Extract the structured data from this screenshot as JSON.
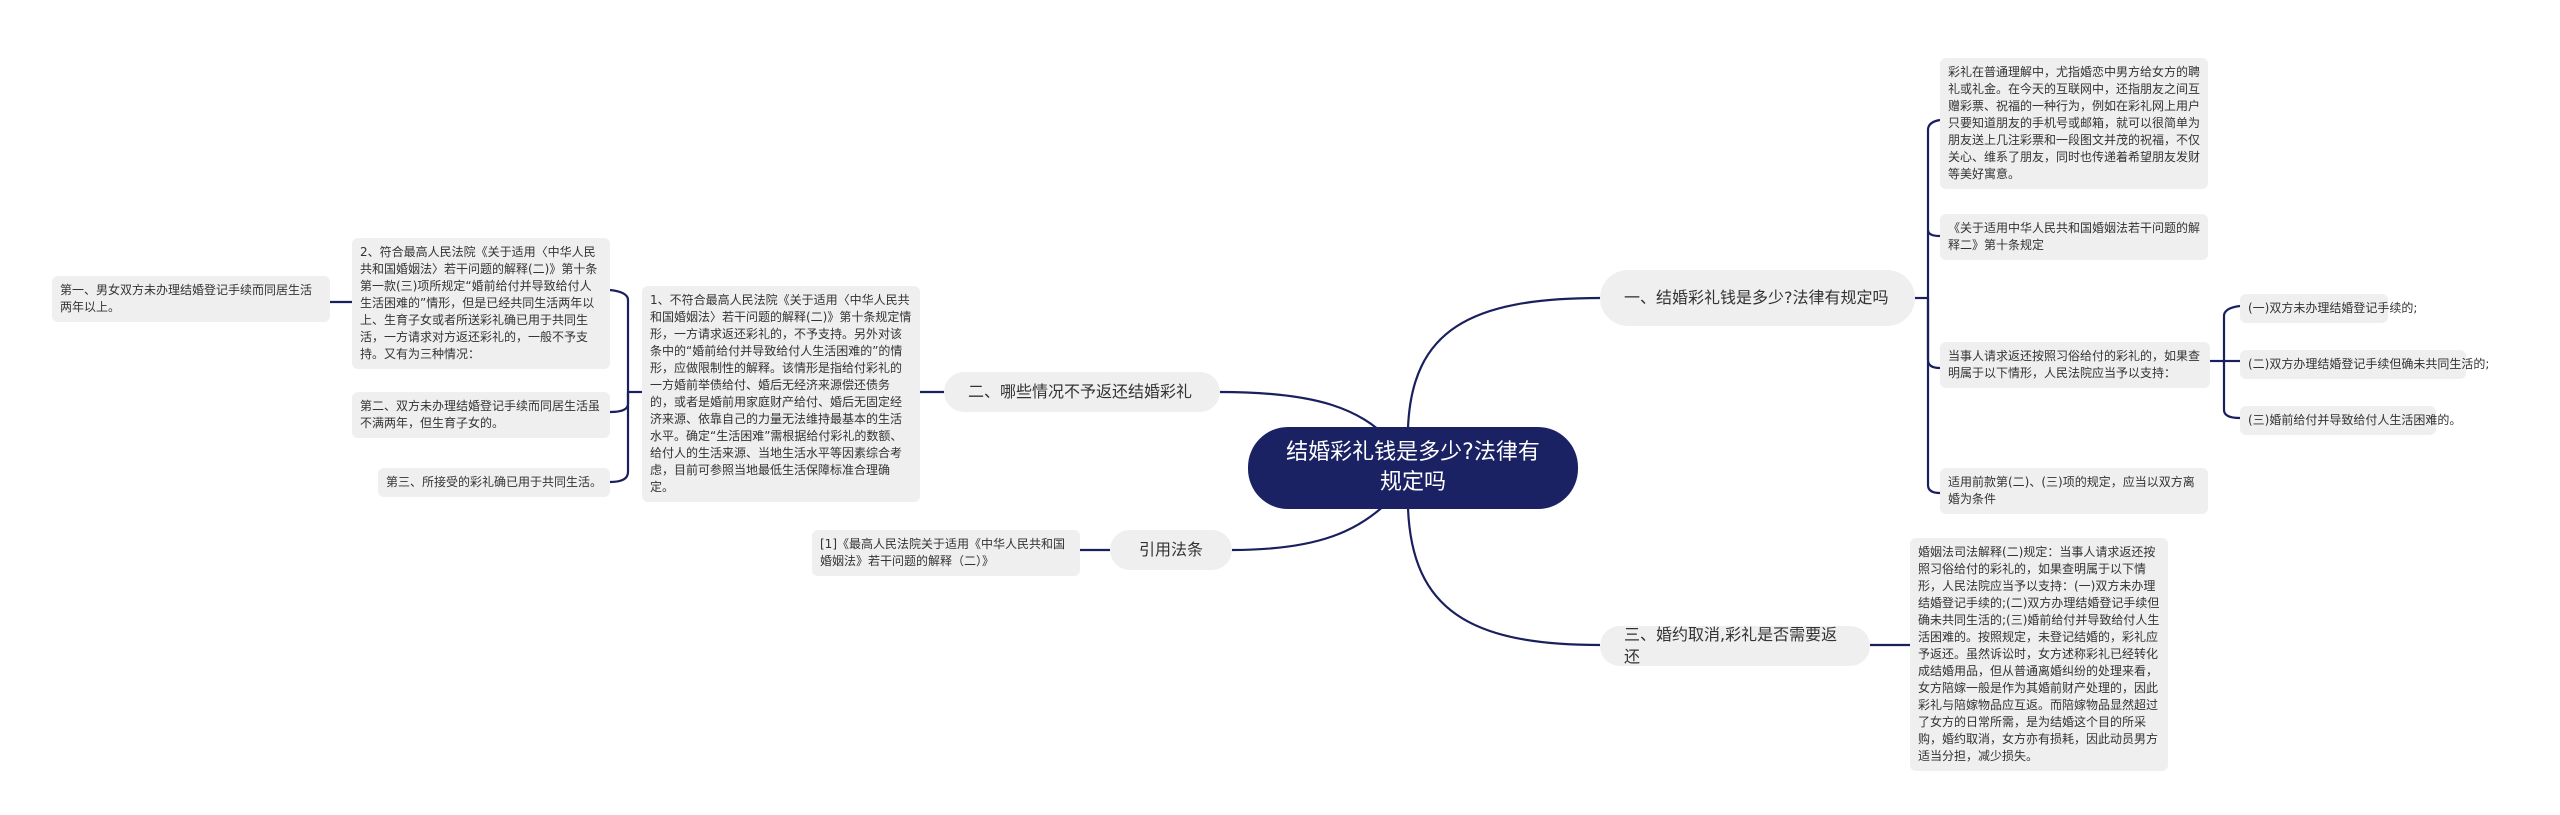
{
  "root": {
    "title": "结婚彩礼钱是多少?法律有规定吗"
  },
  "colors": {
    "root_bg": "#1b2264",
    "link": "#1a1f5e",
    "node_bg": "#efefef",
    "text": "#333333"
  },
  "right": {
    "branch1": {
      "label": "一、结婚彩礼钱是多少?法律有规定吗",
      "children": [
        {
          "text": "彩礼在普通理解中，尤指婚恋中男方给女方的聘礼或礼金。在今天的互联网中，还指朋友之间互赠彩票、祝福的一种行为，例如在彩礼网上用户只要知道朋友的手机号或邮箱，就可以很简单为朋友送上几注彩票和一段图文并茂的祝福，不仅关心、维系了朋友，同时也传递着希望朋友发财等美好寓意。"
        },
        {
          "text": "《关于适用中华人民共和国婚姻法若干问题的解释二》第十条规定"
        },
        {
          "text": "当事人请求返还按照习俗给付的彩礼的，如果查明属于以下情形，人民法院应当予以支持：",
          "children": [
            {
              "text": "(一)双方未办理结婚登记手续的;"
            },
            {
              "text": "(二)双方办理结婚登记手续但确未共同生活的;"
            },
            {
              "text": "(三)婚前给付并导致给付人生活困难的。"
            }
          ]
        },
        {
          "text": "适用前款第(二)、(三)项的规定，应当以双方离婚为条件"
        }
      ]
    },
    "branch3": {
      "label": "三、婚约取消,彩礼是否需要返还",
      "children": [
        {
          "text": "婚姻法司法解释(二)规定：当事人请求返还按照习俗给付的彩礼的，如果查明属于以下情形，人民法院应当予以支持：(一)双方未办理结婚登记手续的;(二)双方办理结婚登记手续但确未共同生活的;(三)婚前给付并导致给付人生活困难的。按照规定，未登记结婚的，彩礼应予返还。虽然诉讼时，女方述称彩礼已经转化成结婚用品，但从普通离婚纠纷的处理来看，女方陪嫁一般是作为其婚前财产处理的，因此彩礼与陪嫁物品应互返。而陪嫁物品显然超过了女方的日常所需，是为结婚这个目的所采购，婚约取消，女方亦有损耗，因此动员男方适当分担，减少损失。"
        }
      ]
    }
  },
  "left": {
    "branch2": {
      "label": "二、哪些情况不予返还结婚彩礼",
      "children": [
        {
          "text": "1、不符合最高人民法院《关于适用〈中华人民共和国婚姻法〉若干问题的解释(二)》第十条规定情形，一方请求返还彩礼的，不予支持。另外对该条中的“婚前给付并导致给付人生活困难的”的情形，应做限制性的解释。该情形是指给付彩礼的一方婚前举债给付、婚后无经济来源偿还债务的，或者是婚前用家庭财产给付、婚后无固定经济来源、依靠自己的力量无法维持最基本的生活水平。确定“生活困难”需根据给付彩礼的数额、给付人的生活来源、当地生活水平等因素综合考虑，目前可参照当地最低生活保障标准合理确定。",
          "children": [
            {
              "text": "2、符合最高人民法院《关于适用〈中华人民共和国婚姻法〉若干问题的解释(二)》第十条第一款(三)项所规定“婚前给付并导致给付人生活困难的”情形，但是已经共同生活两年以上、生育子女或者所送彩礼确已用于共同生活，一方请求对方返还彩礼的，一般不予支持。又有为三种情况：",
              "children": [
                {
                  "text": "第一、男女双方未办理结婚登记手续而同居生活两年以上。"
                }
              ]
            },
            {
              "text": "第二、双方未办理结婚登记手续而同居生活虽不满两年，但生育子女的。"
            },
            {
              "text": "第三、所接受的彩礼确已用于共同生活。"
            }
          ]
        }
      ]
    },
    "branch_ref": {
      "label": "引用法条",
      "children": [
        {
          "text": "[1]《最高人民法院关于适用《中华人民共和国婚姻法》若干问题的解释（二）》"
        }
      ]
    }
  }
}
